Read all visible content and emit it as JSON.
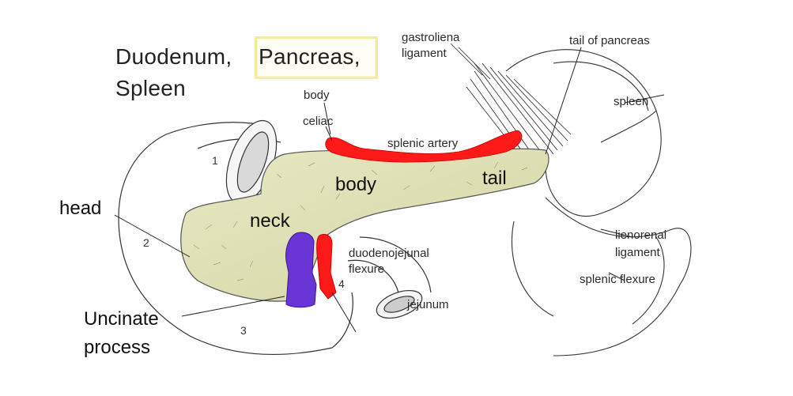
{
  "title": {
    "line1_prefix": "Duodenum,",
    "line1_highlight": "Pancreas,",
    "line2": "Spleen"
  },
  "labels": {
    "gastrolienal": "gastroliena",
    "ligament_top": "ligament",
    "tail_of_pancreas": "tail of pancreas",
    "body_small": "body",
    "celiac": "celiac",
    "splenic_artery": "splenic artery",
    "spleen": "spleen",
    "lienorenal": "lienorenal",
    "ligament_right": "ligament",
    "splenic_flexure": "splenic flexure",
    "duodenojejunal": "duodenojejunal",
    "flexure": "flexure",
    "jejunum": "jejunum",
    "num1": "1",
    "num2": "2",
    "num3": "3",
    "num4": "4"
  },
  "annotations": {
    "head": "head",
    "neck": "neck",
    "body": "body",
    "tail": "tail",
    "uncinate_line1": "Uncinate",
    "uncinate_line2": "process"
  },
  "colors": {
    "pancreas_fill": "#e2e3b6",
    "artery": "#ff1a1a",
    "vein": "#6a35d6",
    "highlight_border": "#f2eba0"
  }
}
